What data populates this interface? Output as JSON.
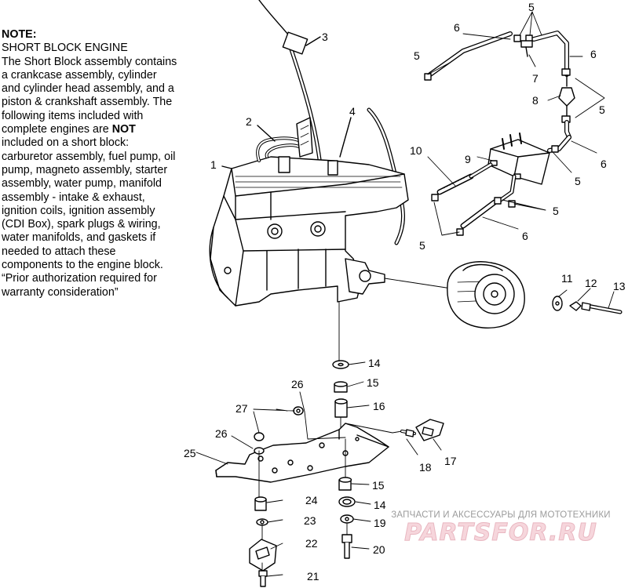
{
  "note": {
    "heading": "NOTE:",
    "title": "SHORT BLOCK ENGINE",
    "line1": "The Short Block assembly contains a crankcase assembly, cylinder and cylinder head assembly, and a piston & crankshaft assembly.  The following items included with complete engines are ",
    "not_word": "NOT",
    "line2": " included on a short block: carburetor assembly, fuel pump, oil pump, magneto assembly, starter assembly, water pump, manifold assembly - intake & exhaust, ignition coils, ignition assembly (CDI Box), spark plugs & wiring, water manifolds, and gaskets if needed to attach these components to the engine block. “Prior authorization required for warranty consideration”"
  },
  "callouts": [
    "1",
    "2",
    "3",
    "4",
    "5",
    "6",
    "7",
    "8",
    "9",
    "10",
    "11",
    "12",
    "13",
    "14",
    "15",
    "16",
    "17",
    "18",
    "19",
    "20",
    "21",
    "22",
    "23",
    "24",
    "25",
    "26",
    "27"
  ],
  "watermark": {
    "subtitle": "ЗАПЧАСТИ И АКСЕССУАРЫ ДЛЯ МОТОТЕХНИКИ",
    "logo": "PARTSFOR.RU"
  }
}
